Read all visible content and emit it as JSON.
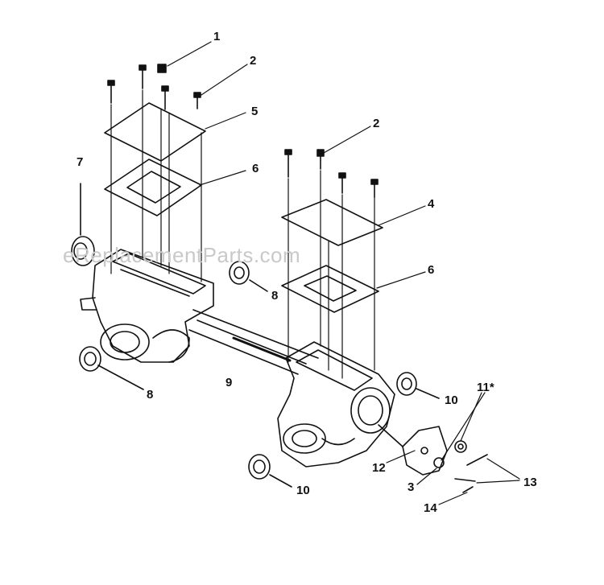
{
  "watermark": "eReplacementParts.com",
  "callouts": {
    "c1": "1",
    "c2a": "2",
    "c2b": "2",
    "c3": "3",
    "c4": "4",
    "c5": "5",
    "c6a": "6",
    "c6b": "6",
    "c7": "7",
    "c8a": "8",
    "c8b": "8",
    "c9": "9",
    "c10a": "10",
    "c10b": "10",
    "c11": "11*",
    "c12": "12",
    "c13": "13",
    "c14": "14"
  },
  "colors": {
    "ink": "#111111",
    "watermark": "#c9c9c9",
    "background": "#ffffff"
  }
}
